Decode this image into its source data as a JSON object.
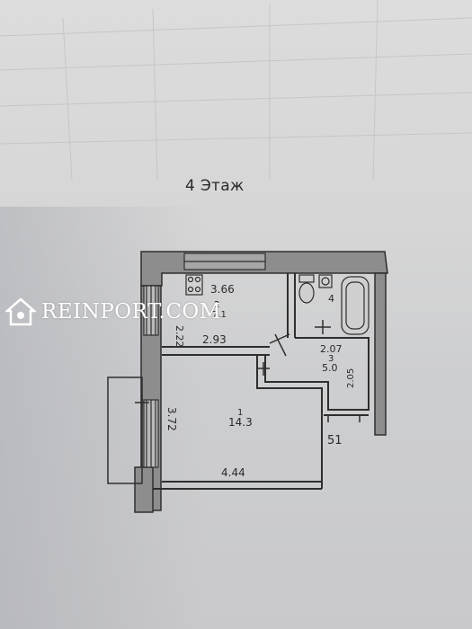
{
  "floor_label": "4 Этаж",
  "watermark": "REINPORT.COM",
  "rooms": {
    "kitchen": {
      "number": "2",
      "width": "3.66",
      "depth": "2.22",
      "area": "7.1"
    },
    "living": {
      "number": "1",
      "width": "4.44",
      "depth": "3.72",
      "area": "14.3"
    },
    "hall": {
      "number": "3",
      "width": "2.07",
      "depth": "2.05",
      "area": "5.0"
    },
    "bath": {
      "number": "4"
    }
  },
  "corridor_width": "2.93",
  "neighbor_unit": "51",
  "colors": {
    "wall": "#8d8d8d",
    "line": "#2e2e2e",
    "paper": "#d8d8d8"
  }
}
